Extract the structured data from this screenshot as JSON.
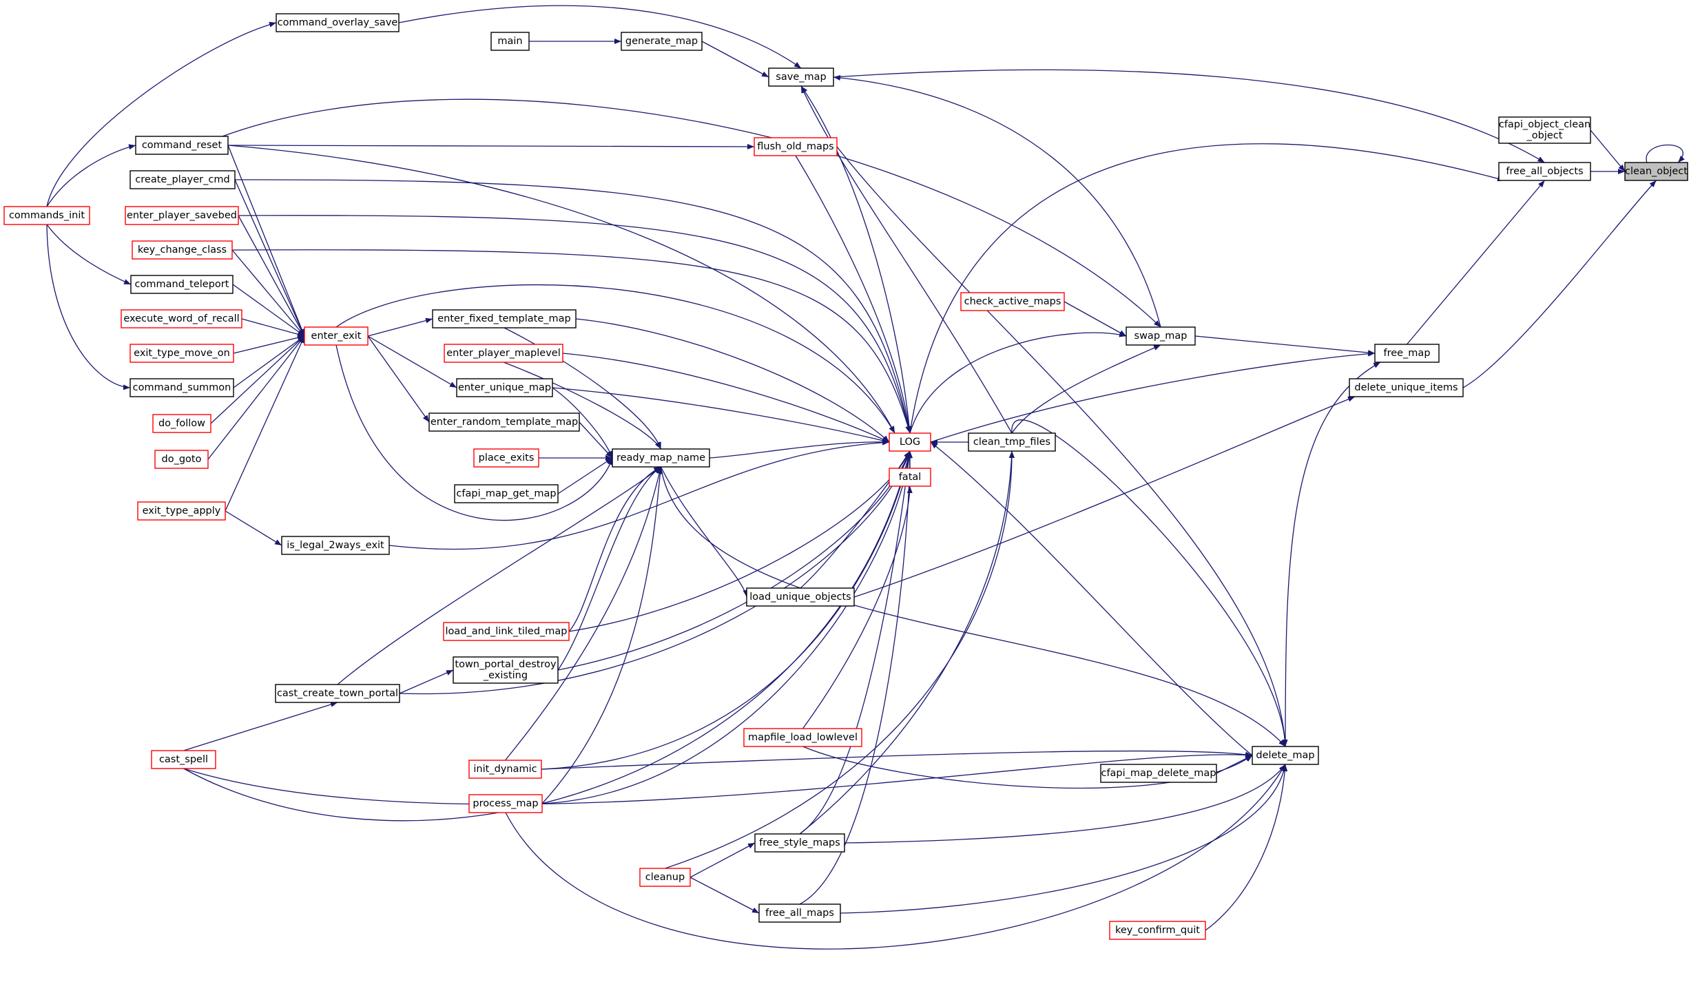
{
  "title": "",
  "colors": {
    "edge": "#191970",
    "normal_border": "#000000",
    "truncated_border": "#ff0000",
    "focus_fill": "#bfbfbf",
    "background": "#ffffff"
  },
  "nodes": [
    {
      "id": "clean_object",
      "lines": [
        "clean_object"
      ],
      "style": "focus"
    },
    {
      "id": "cfapi_object_clean_object",
      "lines": [
        "cfapi_object_clean",
        "_object"
      ],
      "style": "normal"
    },
    {
      "id": "free_all_objects",
      "lines": [
        "free_all_objects"
      ],
      "style": "normal"
    },
    {
      "id": "delete_unique_items",
      "lines": [
        "delete_unique_items"
      ],
      "style": "normal"
    },
    {
      "id": "free_map",
      "lines": [
        "free_map"
      ],
      "style": "normal"
    },
    {
      "id": "swap_map",
      "lines": [
        "swap_map"
      ],
      "style": "normal"
    },
    {
      "id": "check_active_maps",
      "lines": [
        "check_active_maps"
      ],
      "style": "truncated"
    },
    {
      "id": "delete_map",
      "lines": [
        "delete_map"
      ],
      "style": "normal"
    },
    {
      "id": "cfapi_map_delete_map",
      "lines": [
        "cfapi_map_delete_map"
      ],
      "style": "normal"
    },
    {
      "id": "key_confirm_quit",
      "lines": [
        "key_confirm_quit"
      ],
      "style": "truncated"
    },
    {
      "id": "LOG",
      "lines": [
        "LOG"
      ],
      "style": "truncated"
    },
    {
      "id": "clean_tmp_files",
      "lines": [
        "clean_tmp_files"
      ],
      "style": "normal"
    },
    {
      "id": "fatal",
      "lines": [
        "fatal"
      ],
      "style": "truncated"
    },
    {
      "id": "save_map",
      "lines": [
        "save_map"
      ],
      "style": "normal"
    },
    {
      "id": "generate_map",
      "lines": [
        "generate_map"
      ],
      "style": "normal"
    },
    {
      "id": "main",
      "lines": [
        "main"
      ],
      "style": "normal"
    },
    {
      "id": "command_overlay_save",
      "lines": [
        "command_overlay_save"
      ],
      "style": "normal"
    },
    {
      "id": "command_reset",
      "lines": [
        "command_reset"
      ],
      "style": "normal"
    },
    {
      "id": "flush_old_maps",
      "lines": [
        "flush_old_maps"
      ],
      "style": "truncated"
    },
    {
      "id": "commands_init",
      "lines": [
        "commands_init"
      ],
      "style": "truncated"
    },
    {
      "id": "create_player_cmd",
      "lines": [
        "create_player_cmd"
      ],
      "style": "normal"
    },
    {
      "id": "enter_player_savebed",
      "lines": [
        "enter_player_savebed"
      ],
      "style": "truncated"
    },
    {
      "id": "key_change_class",
      "lines": [
        "key_change_class"
      ],
      "style": "truncated"
    },
    {
      "id": "command_teleport",
      "lines": [
        "command_teleport"
      ],
      "style": "normal"
    },
    {
      "id": "execute_word_of_recall",
      "lines": [
        "execute_word_of_recall"
      ],
      "style": "truncated"
    },
    {
      "id": "exit_type_move_on",
      "lines": [
        "exit_type_move_on"
      ],
      "style": "truncated"
    },
    {
      "id": "command_summon",
      "lines": [
        "command_summon"
      ],
      "style": "normal"
    },
    {
      "id": "do_follow",
      "lines": [
        "do_follow"
      ],
      "style": "truncated"
    },
    {
      "id": "do_goto",
      "lines": [
        "do_goto"
      ],
      "style": "truncated"
    },
    {
      "id": "exit_type_apply",
      "lines": [
        "exit_type_apply"
      ],
      "style": "truncated"
    },
    {
      "id": "is_legal_2ways_exit",
      "lines": [
        "is_legal_2ways_exit"
      ],
      "style": "normal"
    },
    {
      "id": "enter_exit",
      "lines": [
        "enter_exit"
      ],
      "style": "truncated"
    },
    {
      "id": "enter_fixed_template_map",
      "lines": [
        "enter_fixed_template_map"
      ],
      "style": "normal"
    },
    {
      "id": "enter_player_maplevel",
      "lines": [
        "enter_player_maplevel"
      ],
      "style": "truncated"
    },
    {
      "id": "enter_unique_map",
      "lines": [
        "enter_unique_map"
      ],
      "style": "normal"
    },
    {
      "id": "enter_random_template_map",
      "lines": [
        "enter_random_template_map"
      ],
      "style": "normal"
    },
    {
      "id": "place_exits",
      "lines": [
        "place_exits"
      ],
      "style": "truncated"
    },
    {
      "id": "cfapi_map_get_map",
      "lines": [
        "cfapi_map_get_map"
      ],
      "style": "normal"
    },
    {
      "id": "ready_map_name",
      "lines": [
        "ready_map_name"
      ],
      "style": "normal"
    },
    {
      "id": "load_unique_objects",
      "lines": [
        "load_unique_objects"
      ],
      "style": "normal"
    },
    {
      "id": "load_and_link_tiled_map",
      "lines": [
        "load_and_link_tiled_map"
      ],
      "style": "truncated"
    },
    {
      "id": "town_portal_destroy_existing",
      "lines": [
        "town_portal_destroy",
        "_existing"
      ],
      "style": "normal"
    },
    {
      "id": "cast_create_town_portal",
      "lines": [
        "cast_create_town_portal"
      ],
      "style": "normal"
    },
    {
      "id": "cast_spell",
      "lines": [
        "cast_spell"
      ],
      "style": "truncated"
    },
    {
      "id": "init_dynamic",
      "lines": [
        "init_dynamic"
      ],
      "style": "truncated"
    },
    {
      "id": "process_map",
      "lines": [
        "process_map"
      ],
      "style": "truncated"
    },
    {
      "id": "mapfile_load_lowlevel",
      "lines": [
        "mapfile_load_lowlevel"
      ],
      "style": "truncated"
    },
    {
      "id": "free_style_maps",
      "lines": [
        "free_style_maps"
      ],
      "style": "normal"
    },
    {
      "id": "cleanup",
      "lines": [
        "cleanup"
      ],
      "style": "truncated"
    },
    {
      "id": "free_all_maps",
      "lines": [
        "free_all_maps"
      ],
      "style": "normal"
    }
  ],
  "edges": [
    {
      "from": "clean_object",
      "to": "clean_object"
    },
    {
      "from": "cfapi_object_clean_object",
      "to": "clean_object"
    },
    {
      "from": "free_all_objects",
      "to": "clean_object"
    },
    {
      "from": "delete_unique_items",
      "to": "clean_object"
    },
    {
      "from": "save_map",
      "to": "free_all_objects"
    },
    {
      "from": "free_map",
      "to": "free_all_objects"
    },
    {
      "from": "LOG",
      "to": "free_all_objects"
    },
    {
      "from": "swap_map",
      "to": "free_map"
    },
    {
      "from": "delete_map",
      "to": "free_map"
    },
    {
      "from": "LOG",
      "to": "free_map"
    },
    {
      "from": "check_active_maps",
      "to": "swap_map"
    },
    {
      "from": "clean_tmp_files",
      "to": "swap_map"
    },
    {
      "from": "command_reset",
      "to": "swap_map"
    },
    {
      "from": "LOG",
      "to": "swap_map"
    },
    {
      "from": "swap_map",
      "to": "save_map"
    },
    {
      "from": "generate_map",
      "to": "save_map"
    },
    {
      "from": "command_overlay_save",
      "to": "save_map"
    },
    {
      "from": "clean_tmp_files",
      "to": "save_map"
    },
    {
      "from": "LOG",
      "to": "save_map"
    },
    {
      "from": "main",
      "to": "generate_map"
    },
    {
      "from": "command_reset",
      "to": "flush_old_maps"
    },
    {
      "from": "commands_init",
      "to": "command_overlay_save"
    },
    {
      "from": "commands_init",
      "to": "command_reset"
    },
    {
      "from": "commands_init",
      "to": "command_teleport"
    },
    {
      "from": "commands_init",
      "to": "command_summon"
    },
    {
      "from": "command_reset",
      "to": "enter_exit"
    },
    {
      "from": "create_player_cmd",
      "to": "enter_exit"
    },
    {
      "from": "enter_player_savebed",
      "to": "enter_exit"
    },
    {
      "from": "key_change_class",
      "to": "enter_exit"
    },
    {
      "from": "command_teleport",
      "to": "enter_exit"
    },
    {
      "from": "execute_word_of_recall",
      "to": "enter_exit"
    },
    {
      "from": "exit_type_move_on",
      "to": "enter_exit"
    },
    {
      "from": "command_summon",
      "to": "enter_exit"
    },
    {
      "from": "do_follow",
      "to": "enter_exit"
    },
    {
      "from": "do_goto",
      "to": "enter_exit"
    },
    {
      "from": "exit_type_apply",
      "to": "enter_exit"
    },
    {
      "from": "exit_type_apply",
      "to": "is_legal_2ways_exit"
    },
    {
      "from": "enter_exit",
      "to": "enter_fixed_template_map"
    },
    {
      "from": "enter_exit",
      "to": "enter_unique_map"
    },
    {
      "from": "enter_exit",
      "to": "enter_random_template_map"
    },
    {
      "from": "command_reset",
      "to": "LOG"
    },
    {
      "from": "create_player_cmd",
      "to": "LOG"
    },
    {
      "from": "enter_player_savebed",
      "to": "LOG"
    },
    {
      "from": "key_change_class",
      "to": "LOG"
    },
    {
      "from": "enter_exit",
      "to": "LOG"
    },
    {
      "from": "enter_fixed_template_map",
      "to": "LOG"
    },
    {
      "from": "enter_player_maplevel",
      "to": "LOG"
    },
    {
      "from": "enter_unique_map",
      "to": "LOG"
    },
    {
      "from": "flush_old_maps",
      "to": "LOG"
    },
    {
      "from": "clean_tmp_files",
      "to": "LOG"
    },
    {
      "from": "fatal",
      "to": "LOG"
    },
    {
      "from": "ready_map_name",
      "to": "LOG"
    },
    {
      "from": "load_unique_objects",
      "to": "LOG"
    },
    {
      "from": "load_and_link_tiled_map",
      "to": "LOG"
    },
    {
      "from": "town_portal_destroy_existing",
      "to": "LOG"
    },
    {
      "from": "cast_create_town_portal",
      "to": "LOG"
    },
    {
      "from": "init_dynamic",
      "to": "LOG"
    },
    {
      "from": "process_map",
      "to": "LOG"
    },
    {
      "from": "free_style_maps",
      "to": "LOG"
    },
    {
      "from": "delete_map",
      "to": "LOG"
    },
    {
      "from": "cast_spell",
      "to": "LOG"
    },
    {
      "from": "free_all_maps",
      "to": "LOG"
    },
    {
      "from": "is_legal_2ways_exit",
      "to": "LOG"
    },
    {
      "from": "enter_fixed_template_map",
      "to": "ready_map_name"
    },
    {
      "from": "enter_player_maplevel",
      "to": "ready_map_name"
    },
    {
      "from": "enter_unique_map",
      "to": "ready_map_name"
    },
    {
      "from": "enter_random_template_map",
      "to": "ready_map_name"
    },
    {
      "from": "place_exits",
      "to": "ready_map_name"
    },
    {
      "from": "cfapi_map_get_map",
      "to": "ready_map_name"
    },
    {
      "from": "enter_exit",
      "to": "ready_map_name"
    },
    {
      "from": "load_and_link_tiled_map",
      "to": "ready_map_name"
    },
    {
      "from": "town_portal_destroy_existing",
      "to": "ready_map_name"
    },
    {
      "from": "cast_create_town_portal",
      "to": "ready_map_name"
    },
    {
      "from": "init_dynamic",
      "to": "ready_map_name"
    },
    {
      "from": "process_map",
      "to": "ready_map_name"
    },
    {
      "from": "ready_map_name",
      "to": "load_unique_objects"
    },
    {
      "from": "cast_create_town_portal",
      "to": "town_portal_destroy_existing"
    },
    {
      "from": "cast_spell",
      "to": "cast_create_town_portal"
    },
    {
      "from": "mapfile_load_lowlevel",
      "to": "fatal"
    },
    {
      "from": "free_style_maps",
      "to": "clean_tmp_files"
    },
    {
      "from": "cleanup",
      "to": "clean_tmp_files"
    },
    {
      "from": "cleanup",
      "to": "free_style_maps"
    },
    {
      "from": "cleanup",
      "to": "free_all_maps"
    },
    {
      "from": "load_unique_objects",
      "to": "delete_unique_items"
    },
    {
      "from": "clean_tmp_files",
      "to": "delete_map"
    },
    {
      "from": "flush_old_maps",
      "to": "delete_map"
    },
    {
      "from": "ready_map_name",
      "to": "delete_map"
    },
    {
      "from": "cfapi_map_delete_map",
      "to": "delete_map"
    },
    {
      "from": "key_confirm_quit",
      "to": "delete_map"
    },
    {
      "from": "mapfile_load_lowlevel",
      "to": "delete_map"
    },
    {
      "from": "init_dynamic",
      "to": "delete_map"
    },
    {
      "from": "free_style_maps",
      "to": "delete_map"
    },
    {
      "from": "free_all_maps",
      "to": "delete_map"
    },
    {
      "from": "process_map",
      "to": "delete_map"
    },
    {
      "from": "cast_spell",
      "to": "delete_map"
    }
  ]
}
